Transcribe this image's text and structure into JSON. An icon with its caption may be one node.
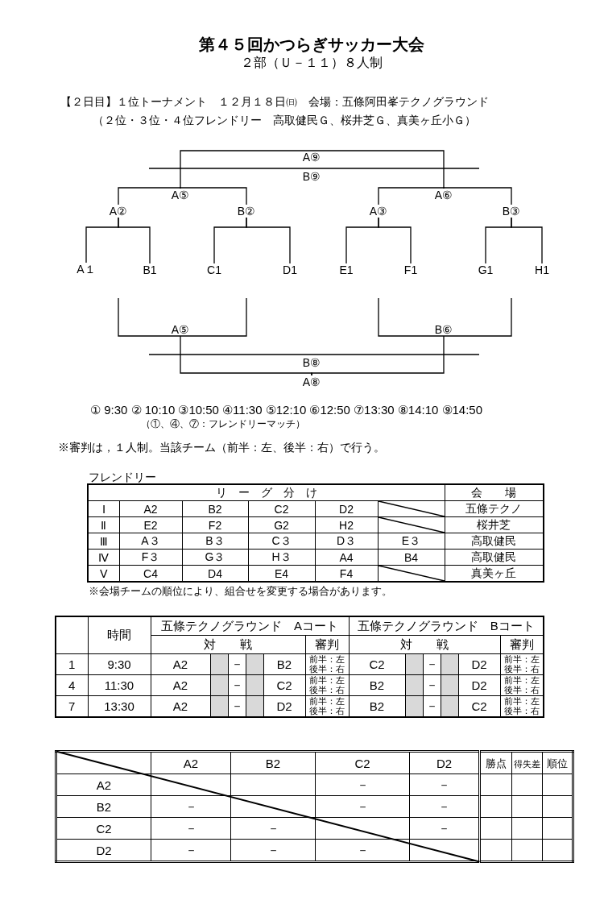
{
  "diagram": {
    "title": "第４５回かつらぎサッカー大会",
    "nodes": [
      {
        "text": [
          "A⑨"
        ]
      },
      {
        "text": [
          "A⑤"
        ]
      },
      {
        "text": [
          "A⑥"
        ]
      },
      {
        "text": [
          "A②"
        ]
      },
      {
        "text": [
          "B②"
        ]
      },
      {
        "text": [
          "A③"
        ]
      },
      {
        "text": [
          "B③"
        ]
      },
      {
        "text": [
          "A１"
        ]
      },
      {
        "text": [
          "B1"
        ]
      },
      {
        "text": [
          "C1"
        ]
      },
      {
        "text": [
          "D1"
        ]
      },
      {
        "text": [
          "E1"
        ]
      },
      {
        "text": [
          "F1"
        ]
      },
      {
        "text": [
          "G1"
        ]
      },
      {
        "text": [
          "H1"
        ]
      },
      {
        "text": [
          "A⑤"
        ]
      },
      {
        "text": [
          "B⑥"
        ]
      },
      {
        "text": [
          "A⑧"
        ]
      }
    ],
    "edges": [
      {
        "from": 7,
        "to": 3,
        "arrow": "none"
      },
      {
        "from": 8,
        "to": 3,
        "arrow": "none"
      },
      {
        "from": 9,
        "to": 4,
        "arrow": "none"
      },
      {
        "from": 10,
        "to": 4,
        "arrow": "none"
      },
      {
        "from": 11,
        "to": 5,
        "arrow": "none"
      },
      {
        "from": 12,
        "to": 5,
        "arrow": "none"
      },
      {
        "from": 13,
        "to": 6,
        "arrow": "none"
      },
      {
        "from": 14,
        "to": 6,
        "arrow": "none"
      },
      {
        "from": 3,
        "to": 1,
        "arrow": "none"
      },
      {
        "from": 4,
        "to": 1,
        "arrow": "none"
      },
      {
        "from": 5,
        "to": 2,
        "arrow": "none"
      },
      {
        "from": 6,
        "to": 2,
        "arrow": "none"
      },
      {
        "from": 1,
        "to": 0,
        "arrow": "none"
      },
      {
        "from": 2,
        "to": 0,
        "arrow": "none"
      },
      {
        "from": null,
        "to": 15,
        "arrow": "none"
      },
      {
        "from": null,
        "to": 15,
        "arrow": "none"
      },
      {
        "from": null,
        "to": 16,
        "arrow": "none"
      },
      {
        "from": null,
        "to": 16,
        "arrow": "none"
      },
      {
        "from": 15,
        "to": 17,
        "arrow": "none"
      },
      {
        "from": 16,
        "to": 17,
        "arrow": "none"
      }
    ],
    "labels": [
      "２部（Ｕ－１１）８人制",
      "【２日目】１位トーナメント　１２月１８日㈰　会場：五條阿田峯テクノグラウンド",
      "（２位・３位・４位フレンドリー　高取健民Ｇ、桜井芝Ｇ、真美ヶ丘小Ｇ）",
      "B⑨",
      "B⑧",
      "① 9:30 ② 10:10 ③10:50 ④11:30 ⑤12:10 ⑥12:50 ⑦13:30 ⑧14:10 ⑨14:50",
      "（①、④、⑦：フレンドリーマッチ）",
      "※審判は，１人制。当該チーム（前半：左、後半：右）で行う。",
      "フレンドリー",
      "リ　ー　グ　分　け",
      "会　　場",
      "Ⅰ",
      "A2",
      "B2",
      "C2",
      "D2",
      "五條テクノ",
      "Ⅱ",
      "E2",
      "F2",
      "G2",
      "H2",
      "桜井芝",
      "Ⅲ",
      "A３",
      "B３",
      "C３",
      "D３",
      "E３",
      "高取健民",
      "Ⅳ",
      "F３",
      "G３",
      "H３",
      "A4",
      "B4",
      "高取健民",
      "Ⅴ",
      "C4",
      "D4",
      "E4",
      "F4",
      "真美ヶ丘",
      "※会場チームの順位により、組合せを変更する場合があります。",
      "時間",
      "五條テクノグラウンド　Aコート",
      "五條テクノグラウンド　Bコート",
      "対　　戦",
      "審判",
      "対　　戦",
      "審判",
      "1",
      "9:30",
      "A2",
      "－",
      "B2",
      "前半：左後半：右",
      "C2",
      "－",
      "D2",
      "前半：左後半：右",
      "4",
      "11:30",
      "A2",
      "－",
      "C2",
      "前半：左後半：右",
      "B2",
      "－",
      "D2",
      "前半：左後半：右",
      "7",
      "13:30",
      "A2",
      "－",
      "D2",
      "前半：左後半：右",
      "B2",
      "－",
      "C2",
      "前半：左後半：右",
      "A2",
      "B2",
      "C2",
      "D2",
      "勝点",
      "得失差",
      "順位",
      "A2",
      "－",
      "－",
      "B2",
      "－",
      "－",
      "－",
      "C2",
      "－",
      "－",
      "－",
      "D2",
      "－",
      "－",
      "－"
    ]
  }
}
